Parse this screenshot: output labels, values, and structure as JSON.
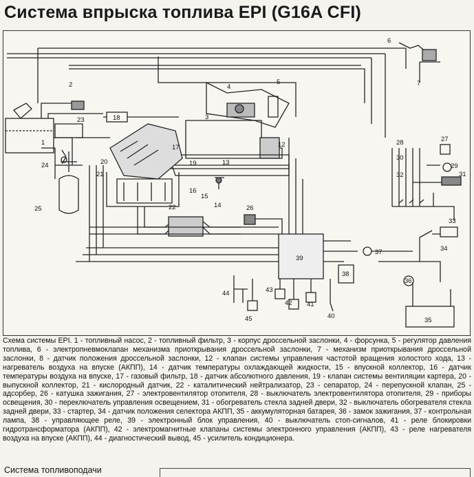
{
  "title": "Система впрыска топлива EPI (G16A CFI)",
  "caption": "Схема системы EPI. 1 - топливный насос, 2 - топливный фильтр, 3 - корпус дроссельной заслонки, 4 - форсунка, 5 - регулятор давления топлива, 6 - электропневмоклапан механизма приоткрывания дроссельной заслонки, 7 - механизм приоткрывания дроссельной заслонки, 8 - датчик положения дроссельной заслонки, 12 - клапан системы управления частотой вращения холостого хода, 13 - нагреватель воздуха на впуске (АКПП), 14 - датчик температуры охлаждающей жидкости, 15 - впускной коллектор, 16 - датчик температуры воздуха на впуске, 17 - газовый фильтр, 18 - датчик абсолютного давления, 19 - клапан системы вентиляции картера, 20 - выпускной коллектор, 21 - кислородный датчик, 22 - каталитический нейтрализатор, 23 - сепаратор, 24 - перепускной клапан, 25 - адсорбер, 26 - катушка зажигания, 27 - электровентилятор отопителя, 28 - выключатель электровентилятора отопителя, 29 - приборы освещения, 30 - переключатель управления освещением, 31 - обогреватель стекла задней двери, 32 - выключатель обогревателя стекла задней двери, 33 - стартер, 34 - датчик положения селектора АКПП, 35 - аккумуляторная батарея, 36 - замок зажигания, 37 - контрольная лампа, 38 - управляющее реле, 39 - электронный блок управления, 40 - выключатель стоп-сигналов, 41 - реле блокировки гидротрансформатора (АКПП), 42 - электромагнитные клапаны системы электронного управления (АКПП), 43 - реле нагревателя воздуха на впуске (АКПП), 44 - диагностический вывод, 45 - усилитель кондиционера.",
  "footer_heading": "Система топливоподачи",
  "labels": {
    "n1": "1",
    "n2": "2",
    "n3": "3",
    "n4": "4",
    "n5": "5",
    "n6": "6",
    "n7": "7",
    "n12": "12",
    "n13": "13",
    "n14": "14",
    "n15": "15",
    "n16": "16",
    "n17": "17",
    "n18": "18",
    "n19": "19",
    "n20": "20",
    "n21": "21",
    "n22": "22",
    "n23": "23",
    "n24": "24",
    "n25": "25",
    "n26": "26",
    "n27": "27",
    "n28": "28",
    "n29": "29",
    "n30": "30",
    "n31": "31",
    "n32": "32",
    "n33": "33",
    "n34": "34",
    "n35": "35",
    "n36": "36",
    "n37": "37",
    "n38": "38",
    "n39": "39",
    "n40": "40",
    "n41": "41",
    "n42": "42",
    "n43": "43",
    "n44": "44",
    "n45": "45"
  }
}
